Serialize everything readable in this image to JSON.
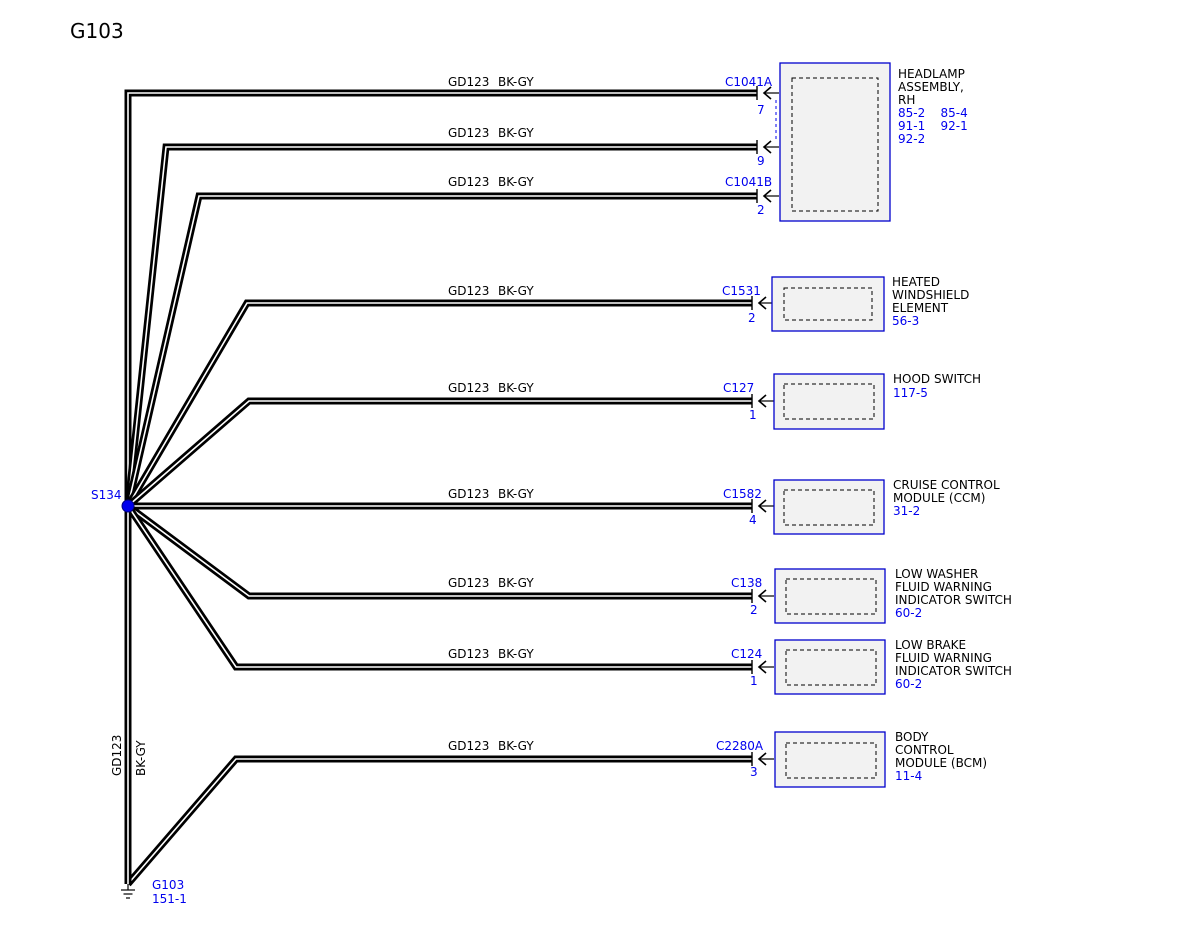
{
  "title": "G103",
  "colors": {
    "wire": "#000000",
    "accent": "#0000ee",
    "component_fill": "#f2f2f2",
    "component_border": "#0000cc"
  },
  "splice": {
    "label": "S134"
  },
  "ground": {
    "label": "G103",
    "ref": "151-1",
    "icon": "ground-icon"
  },
  "vertical_wire": {
    "circuit": "GD123",
    "color": "BK-GY"
  },
  "wires": [
    {
      "circuit": "GD123",
      "color": "BK-GY",
      "connector": "C1041A",
      "pin": "7"
    },
    {
      "circuit": "GD123",
      "color": "BK-GY",
      "connector": "",
      "pin": "9"
    },
    {
      "circuit": "GD123",
      "color": "BK-GY",
      "connector": "C1041B",
      "pin": "2"
    },
    {
      "circuit": "GD123",
      "color": "BK-GY",
      "connector": "C1531",
      "pin": "2"
    },
    {
      "circuit": "GD123",
      "color": "BK-GY",
      "connector": "C127",
      "pin": "1"
    },
    {
      "circuit": "GD123",
      "color": "BK-GY",
      "connector": "C1582",
      "pin": "4"
    },
    {
      "circuit": "GD123",
      "color": "BK-GY",
      "connector": "C138",
      "pin": "2"
    },
    {
      "circuit": "GD123",
      "color": "BK-GY",
      "connector": "C124",
      "pin": "1"
    },
    {
      "circuit": "GD123",
      "color": "BK-GY",
      "connector": "C2280A",
      "pin": "3"
    }
  ],
  "components": [
    {
      "name_lines": [
        "HEADLAMP",
        "ASSEMBLY,",
        "RH"
      ],
      "refs": [
        "85-2    85-4",
        "91-1    92-1",
        "92-2"
      ]
    },
    {
      "name_lines": [
        "HEATED",
        "WINDSHIELD",
        "ELEMENT"
      ],
      "refs": [
        "56-3"
      ]
    },
    {
      "name_lines": [
        "HOOD SWITCH"
      ],
      "refs": [
        "117-5"
      ]
    },
    {
      "name_lines": [
        "CRUISE CONTROL",
        "MODULE (CCM)"
      ],
      "refs": [
        "31-2"
      ]
    },
    {
      "name_lines": [
        "LOW WASHER",
        "FLUID WARNING",
        "INDICATOR SWITCH"
      ],
      "refs": [
        "60-2"
      ]
    },
    {
      "name_lines": [
        "LOW BRAKE",
        "FLUID WARNING",
        "INDICATOR SWITCH"
      ],
      "refs": [
        "60-2"
      ]
    },
    {
      "name_lines": [
        "BODY",
        "CONTROL",
        "MODULE (BCM)"
      ],
      "refs": [
        "11-4"
      ]
    }
  ]
}
